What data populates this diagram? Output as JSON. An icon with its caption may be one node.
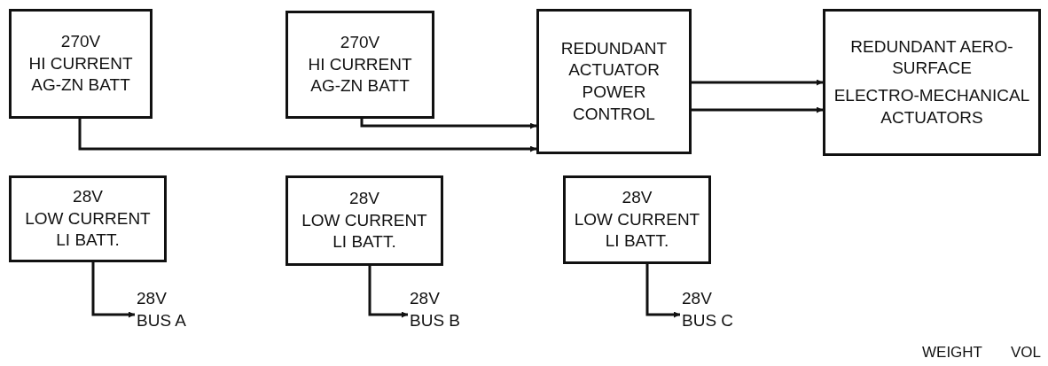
{
  "diagram": {
    "nodes": [
      {
        "text": [
          "270V",
          "HI CURRENT AG-ZN BATT"
        ]
      },
      {
        "text": [
          "270V",
          "HI CURRENT AG-ZN BATT"
        ]
      },
      {
        "text": [
          "REDUNDANT ACTUATOR POWER CONTROL"
        ]
      },
      {
        "text": [
          "REDUNDANT AERO-SURFACE",
          "ELECTRO-MECHANICAL ACTUATORS"
        ]
      },
      {
        "text": [
          "28V",
          "LOW CURRENT LI BATT."
        ]
      },
      {
        "text": [
          "28V",
          "LOW CURRENT LI BATT."
        ]
      },
      {
        "text": [
          "28V",
          "LOW CURRENT LI BATT."
        ]
      },
      {
        "text": [
          "28V BUS A"
        ]
      },
      {
        "text": [
          "28V BUS B"
        ]
      },
      {
        "text": [
          "28V BUS C"
        ]
      }
    ],
    "edges": [
      {
        "from": 0,
        "to": 2,
        "arrow": "to"
      },
      {
        "from": 1,
        "to": 2,
        "arrow": "to"
      },
      {
        "from": 2,
        "to": 3,
        "arrow": "to"
      },
      {
        "from": 2,
        "to": 3,
        "arrow": "to"
      },
      {
        "from": 4,
        "to": 7,
        "arrow": "to"
      },
      {
        "from": 5,
        "to": 8,
        "arrow": "to"
      },
      {
        "from": 6,
        "to": 9,
        "arrow": "to"
      }
    ],
    "labels": [
      "WEIGHT",
      "VOL"
    ]
  }
}
